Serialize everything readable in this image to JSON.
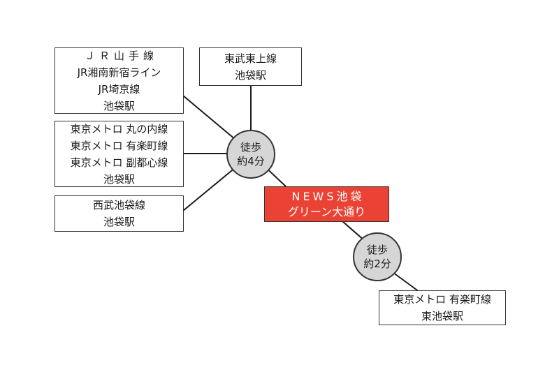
{
  "colors": {
    "destination_fill": "#ea4335",
    "walk_circle_fill": "#d6d6d6",
    "line": "#1a1a1a"
  },
  "stations": {
    "jr": {
      "lines": [
        "ＪＲ山手線",
        "JR湘南新宿ライン",
        "JR埼京線"
      ],
      "station": "池袋駅"
    },
    "tobu": {
      "lines": [
        "東武東上線"
      ],
      "station": "池袋駅"
    },
    "metro": {
      "lines": [
        "東京メトロ 丸の内線",
        "東京メトロ 有楽町線",
        "東京メトロ 副都心線"
      ],
      "station": "池袋駅"
    },
    "seibu": {
      "lines": [
        "西武池袋線"
      ],
      "station": "池袋駅"
    },
    "higashi": {
      "lines": [
        "東京メトロ 有楽町線"
      ],
      "station": "東池袋駅"
    }
  },
  "walk_hub": {
    "line1": "徒歩",
    "line2": "約4分"
  },
  "walk_dest": {
    "line1": "徒歩",
    "line2": "約2分"
  },
  "destination": {
    "line1": "NEWS池袋",
    "line2": "グリーン大通り"
  }
}
